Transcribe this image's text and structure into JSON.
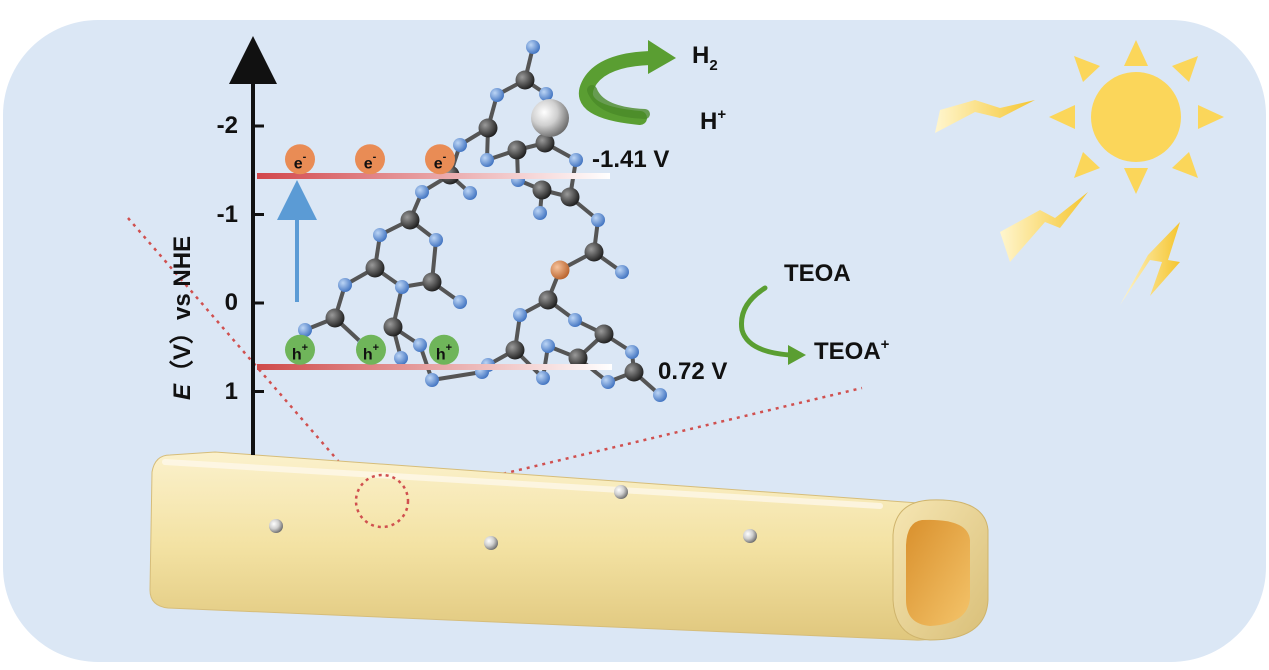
{
  "diagram": {
    "axis": {
      "title_symbol": "E",
      "title_rest": "（V）vs NHE",
      "ticks": [
        {
          "label": "-2",
          "value": -2
        },
        {
          "label": "-1",
          "value": -1
        },
        {
          "label": "0",
          "value": 0
        },
        {
          "label": "1",
          "value": 1
        }
      ]
    },
    "band_levels": {
      "cb_label": "-1.41 V",
      "cb_value": -1.41,
      "vb_label": "0.72 V",
      "vb_value": 0.72
    },
    "electrons": [
      {
        "label": "e"
      },
      {
        "label": "e"
      },
      {
        "label": "e"
      }
    ],
    "electron_charge": "-",
    "holes": [
      {
        "label": "h"
      },
      {
        "label": "h"
      },
      {
        "label": "h"
      }
    ],
    "hole_charge": "+",
    "reduction": {
      "product_main": "H",
      "product_sub": "2",
      "reactant_main": "H",
      "reactant_sup": "+"
    },
    "oxidation": {
      "reactant": "TEOA",
      "product_main": "TEOA",
      "product_sup": "+"
    },
    "colors": {
      "background": "#dbe7f5",
      "cb_line": "#d2474c",
      "vb_line": "#cf4a4a",
      "electron": "#e98c55",
      "hole": "#6fb55a",
      "arrow_up": "#5b9bd5",
      "green_arrow": "#5a9e32",
      "tube": "#f3e3a8",
      "sun": "#fbd65a",
      "nitrogen": "#5b8fd6",
      "carbon": "#3a3a3a",
      "dopant": "#d98850"
    }
  }
}
